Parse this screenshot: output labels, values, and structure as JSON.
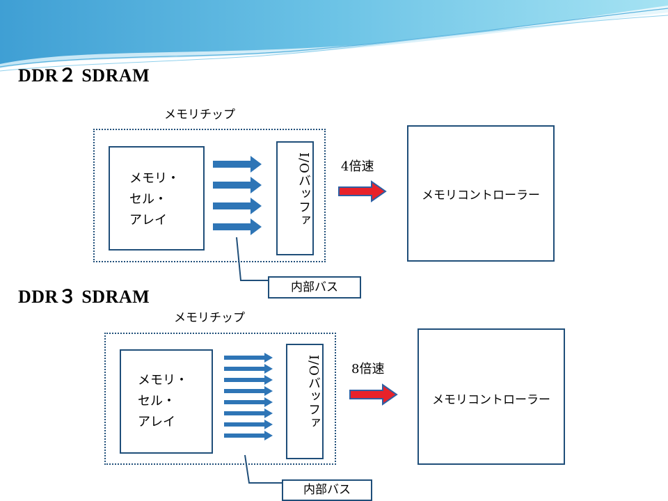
{
  "sections": [
    {
      "title": "DDR２ SDRAM",
      "chip_label": "メモリチップ",
      "cell_lines": [
        "メモリ・",
        "セル・",
        "アレイ"
      ],
      "io_buffer": "I/Oバッファ",
      "speed": "4倍速",
      "controller": "メモリコントローラー",
      "bus": "内部バス",
      "arrow_count": 4
    },
    {
      "title": "DDR３ SDRAM",
      "chip_label": "メモリチップ",
      "cell_lines": [
        "メモリ・",
        "セル・",
        "アレイ"
      ],
      "io_buffer": "I/Oバッファ",
      "speed": "8倍速",
      "controller": "メモリコントローラー",
      "bus": "内部バス",
      "arrow_count": 8
    }
  ],
  "colors": {
    "box_border": "#1f4e79",
    "bus_arrow": "#2e75b6",
    "speed_arrow_fill": "#e8222a",
    "speed_arrow_border": "#2e5fa3"
  }
}
